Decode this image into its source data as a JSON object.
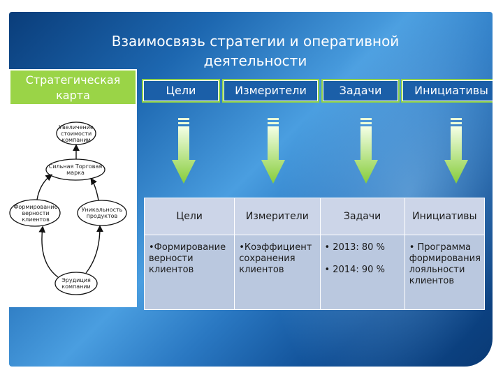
{
  "slide": {
    "title": "Взаимосвязь стратегии и оперативной деятельности"
  },
  "strategic_map": {
    "header": "Стратегическая карта",
    "nodes": {
      "value": "Увеличение стоимости компании",
      "brand": "Сильная Торговая марка",
      "loyalty": "Формирование верности клиентов",
      "unique": "Уникальность продуктов",
      "erudition": "Эрудиция компании"
    }
  },
  "headers": [
    "Цели",
    "Измерители",
    "Задачи",
    "Инициативы"
  ],
  "table": {
    "columns": [
      "Цели",
      "Измерители",
      "Задачи",
      "Инициативы"
    ],
    "cells": [
      [
        "•Формирование верности клиентов"
      ],
      [
        "•Коэффициент сохранения клиентов"
      ],
      [
        "• 2013: 80 %",
        "• 2014: 90 %"
      ],
      [
        "• Программа формирования лояльности клиентов"
      ]
    ]
  },
  "colors": {
    "accent_green": "#9ad447",
    "header_blue": "#1b5fa8",
    "table_header": "#ccd5e8",
    "table_body": "#bac8df"
  }
}
